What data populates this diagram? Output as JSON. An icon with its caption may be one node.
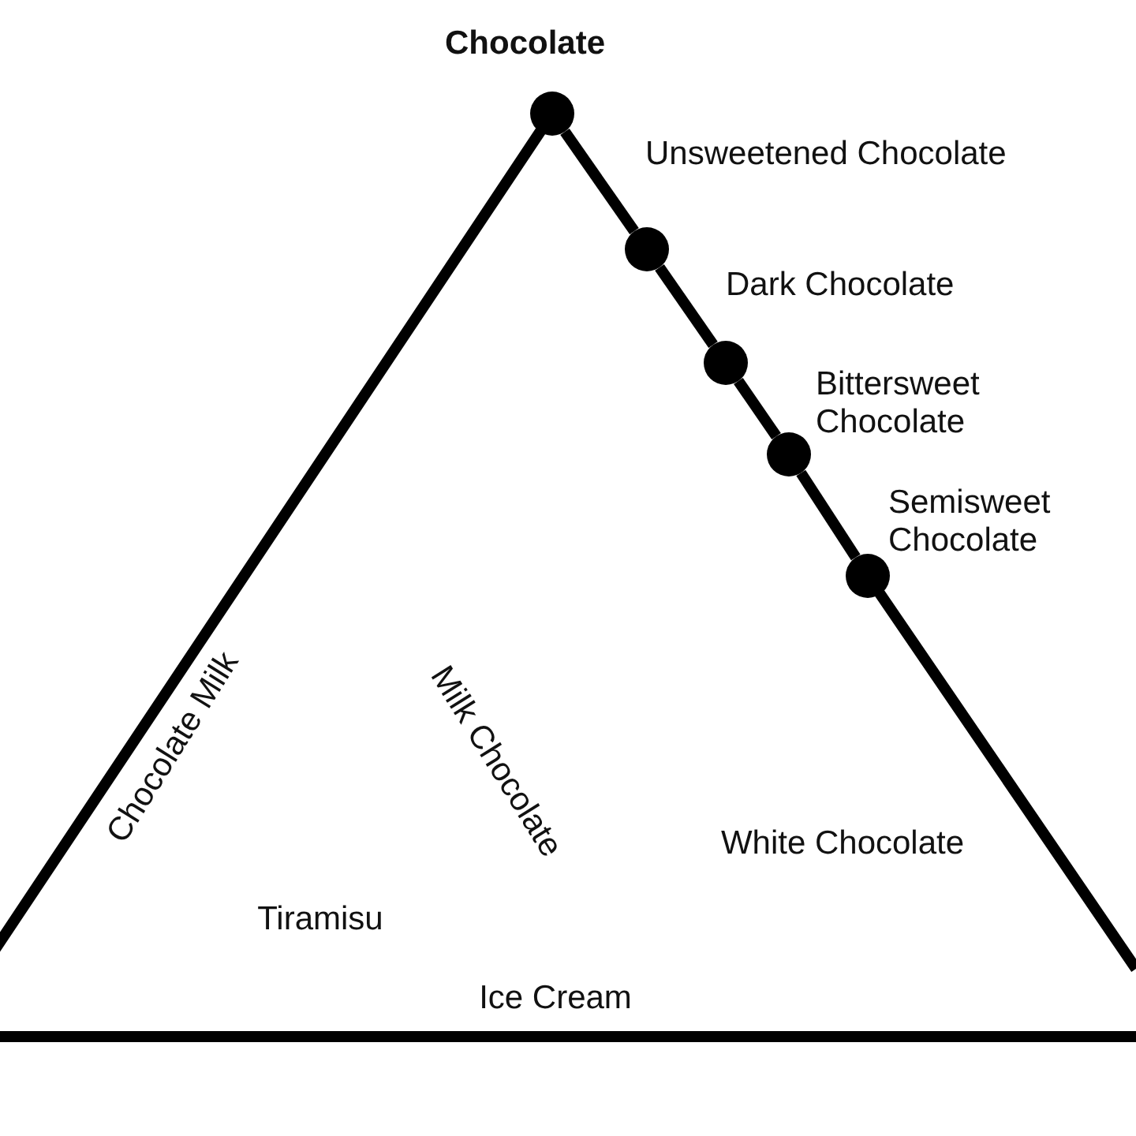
{
  "diagram": {
    "nodes": [
      {
        "text": [],
        "shape": "circle",
        "beside": [
          "Chocolate"
        ]
      },
      {
        "text": [],
        "shape": "circle",
        "beside": [
          "Unsweetened Chocolate"
        ]
      },
      {
        "text": [],
        "shape": "circle",
        "beside": [
          "Dark Chocolate"
        ]
      },
      {
        "text": [],
        "shape": "circle",
        "beside": [
          "Bittersweet Chocolate"
        ]
      },
      {
        "text": [],
        "shape": "circle",
        "beside": [
          "Semisweet Chocolate"
        ]
      }
    ],
    "edges": [
      {
        "from": 0,
        "to": 1,
        "arrow": "none"
      },
      {
        "from": 1,
        "to": 2,
        "arrow": "none"
      },
      {
        "from": 2,
        "to": 3,
        "arrow": "none"
      },
      {
        "from": 3,
        "to": 4,
        "arrow": "none"
      }
    ],
    "labels": [
      "Chocolate Milk",
      "Milk Chocolate",
      "White Chocolate",
      "Tiramisu",
      "Ice Cream"
    ]
  }
}
